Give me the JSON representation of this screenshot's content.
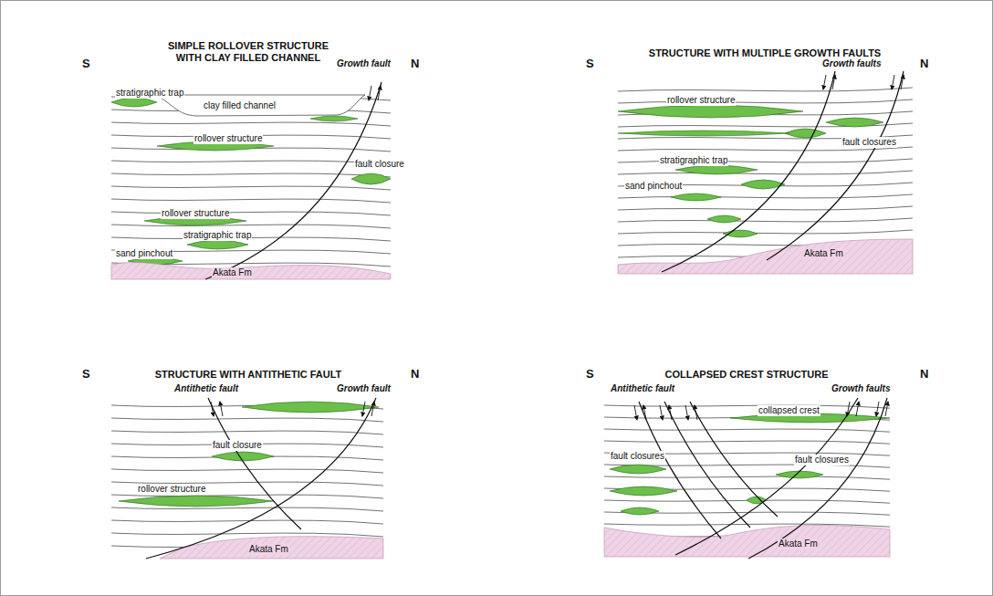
{
  "diagram": {
    "labels": [
      "SIMPLE ROLLOVER STRUCTURE WITH CLAY FILLED CHANNEL",
      "S",
      "N",
      "Growth fault",
      "stratigraphic trap",
      "clay filled channel",
      "rollover structure",
      "fault closure",
      "rollover structure",
      "stratigraphic trap",
      "sand pinchout",
      "Akata Fm",
      "STRUCTURE WITH MULTIPLE GROWTH FAULTS",
      "S",
      "N",
      "Growth faults",
      "rollover structure",
      "fault closures",
      "stratigraphic trap",
      "sand pinchout",
      "Akata Fm",
      "STRUCTURE WITH ANTITHETIC FAULT",
      "S",
      "N",
      "Antithetic fault",
      "Growth fault",
      "fault closure",
      "rollover structure",
      "Akata Fm",
      "COLLAPSED CREST STRUCTURE",
      "S",
      "N",
      "Antithetic fault",
      "Growth faults",
      "collapsed crest",
      "fault closures",
      "fault closures",
      "Akata Fm"
    ]
  }
}
